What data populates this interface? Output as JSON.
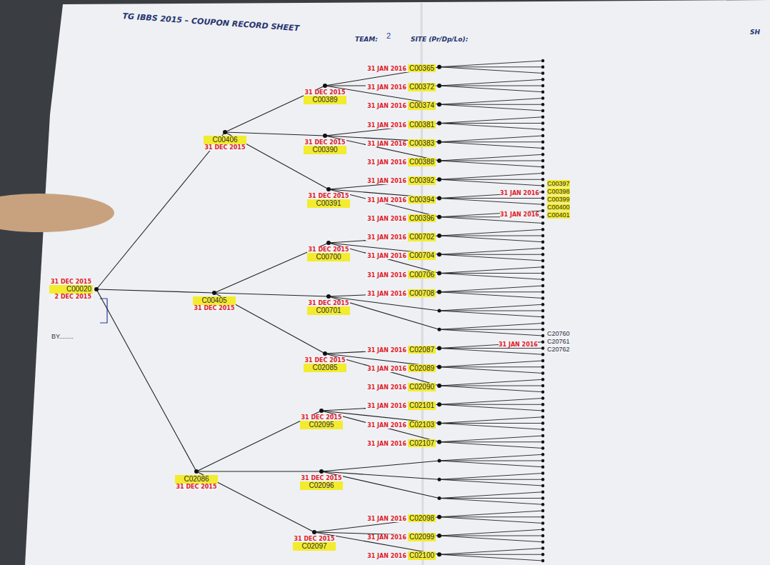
{
  "diagram": {
    "title": "TG IBBS 2015 – COUPON RECORD SHEET",
    "nodes": [
      {
        "text": [
          "31 DEC 2015",
          "C00020",
          "2 DEC 2015"
        ]
      },
      {
        "text": [
          "C00406",
          "31 DEC 2015"
        ]
      },
      {
        "text": [
          "C00405",
          "31 DEC 2015"
        ]
      },
      {
        "text": [
          "C02086",
          "31 DEC 2015"
        ]
      },
      {
        "text": [
          "31 DEC 2015",
          "C00389"
        ]
      },
      {
        "text": [
          "31 DEC 2015",
          "C00390"
        ]
      },
      {
        "text": [
          "31 DEC 2015",
          "C00391"
        ]
      },
      {
        "text": [
          "31 DEC 2015",
          "C00700"
        ]
      },
      {
        "text": [
          "31 DEC 2015",
          "C00701"
        ]
      },
      {
        "text": [
          "31 DEC 2015",
          "C02085"
        ]
      },
      {
        "text": [
          "31 DEC 2015",
          "C02095"
        ]
      },
      {
        "text": [
          "31 DEC 2015",
          "C02096"
        ]
      },
      {
        "text": [
          "31 DEC 2015",
          "C02097"
        ]
      },
      {
        "text": [
          "31 JAN 2016",
          "C00365"
        ]
      },
      {
        "text": [
          "31 JAN 2016",
          "C00372"
        ]
      },
      {
        "text": [
          "31 JAN 2016",
          "C00374"
        ]
      },
      {
        "text": [
          "31 JAN 2016",
          "C00381"
        ]
      },
      {
        "text": [
          "31 JAN 2016",
          "C00383"
        ]
      },
      {
        "text": [
          "31 JAN 2016",
          "C00388"
        ]
      },
      {
        "text": [
          "31 JAN 2016",
          "C00392"
        ]
      },
      {
        "text": [
          "31 JAN 2016",
          "C00394"
        ]
      },
      {
        "text": [
          "31 JAN 2016",
          "C00396"
        ]
      },
      {
        "text": [
          "31 JAN 2016",
          "C00702"
        ]
      },
      {
        "text": [
          "31 JAN 2016",
          "C00704"
        ]
      },
      {
        "text": [
          "31 JAN 2016",
          "C00706"
        ]
      },
      {
        "text": [
          "31 JAN 2016",
          "C00708"
        ]
      },
      {
        "text": [
          "31 JAN 2016",
          "C02087"
        ]
      },
      {
        "text": [
          "31 JAN 2016",
          "C02089"
        ]
      },
      {
        "text": [
          "31 JAN 2016",
          "C02090"
        ]
      },
      {
        "text": [
          "31 JAN 2016",
          "C02101"
        ]
      },
      {
        "text": [
          "31 JAN 2016",
          "C02103"
        ]
      },
      {
        "text": [
          "31 JAN 2016",
          "C02107"
        ]
      },
      {
        "text": [
          "31 JAN 2016",
          "C02098"
        ]
      },
      {
        "text": [
          "31 JAN 2016",
          "C02099"
        ]
      },
      {
        "text": [
          "31 JAN 2016",
          "C02100"
        ]
      }
    ],
    "edges": [
      {
        "from": 0,
        "to": 1,
        "arrow": "none"
      },
      {
        "from": 0,
        "to": 2,
        "arrow": "none"
      },
      {
        "from": 0,
        "to": 3,
        "arrow": "none"
      },
      {
        "from": 1,
        "to": 4,
        "arrow": "none"
      },
      {
        "from": 1,
        "to": 5,
        "arrow": "none"
      },
      {
        "from": 1,
        "to": 6,
        "arrow": "none"
      },
      {
        "from": 2,
        "to": 7,
        "arrow": "none"
      },
      {
        "from": 2,
        "to": 8,
        "arrow": "none"
      },
      {
        "from": 2,
        "to": 9,
        "arrow": "none"
      },
      {
        "from": 3,
        "to": 10,
        "arrow": "none"
      },
      {
        "from": 3,
        "to": 11,
        "arrow": "none"
      },
      {
        "from": 3,
        "to": 12,
        "arrow": "none"
      },
      {
        "from": 4,
        "to": 13,
        "arrow": "none"
      },
      {
        "from": 4,
        "to": 14,
        "arrow": "none"
      },
      {
        "from": 4,
        "to": 15,
        "arrow": "none"
      },
      {
        "from": 5,
        "to": 16,
        "arrow": "none"
      },
      {
        "from": 5,
        "to": 17,
        "arrow": "none"
      },
      {
        "from": 5,
        "to": 18,
        "arrow": "none"
      },
      {
        "from": 6,
        "to": 19,
        "arrow": "none"
      },
      {
        "from": 6,
        "to": 20,
        "arrow": "none"
      },
      {
        "from": 6,
        "to": 21,
        "arrow": "none"
      },
      {
        "from": 7,
        "to": 22,
        "arrow": "none"
      },
      {
        "from": 7,
        "to": 23,
        "arrow": "none"
      },
      {
        "from": 7,
        "to": 24,
        "arrow": "none"
      },
      {
        "from": 8,
        "to": 25,
        "arrow": "none"
      },
      {
        "from": 9,
        "to": 26,
        "arrow": "none"
      },
      {
        "from": 9,
        "to": 27,
        "arrow": "none"
      },
      {
        "from": 9,
        "to": 28,
        "arrow": "none"
      },
      {
        "from": 10,
        "to": 29,
        "arrow": "none"
      },
      {
        "from": 10,
        "to": 30,
        "arrow": "none"
      },
      {
        "from": 10,
        "to": 31,
        "arrow": "none"
      },
      {
        "from": 12,
        "to": 32,
        "arrow": "none"
      },
      {
        "from": 12,
        "to": 33,
        "arrow": "none"
      },
      {
        "from": 12,
        "to": 34,
        "arrow": "none"
      }
    ],
    "labels": [
      "TEAM:",
      "2",
      "SITE (Pr/Dp/Lo):",
      "SH",
      "BY........",
      "31 JAN 2016",
      "31 JAN 2016",
      "C00397",
      "C00398",
      "C00399",
      "C00400",
      "C00401",
      "31 JAN 2016",
      "C20760",
      "C20761",
      "C20762"
    ]
  }
}
